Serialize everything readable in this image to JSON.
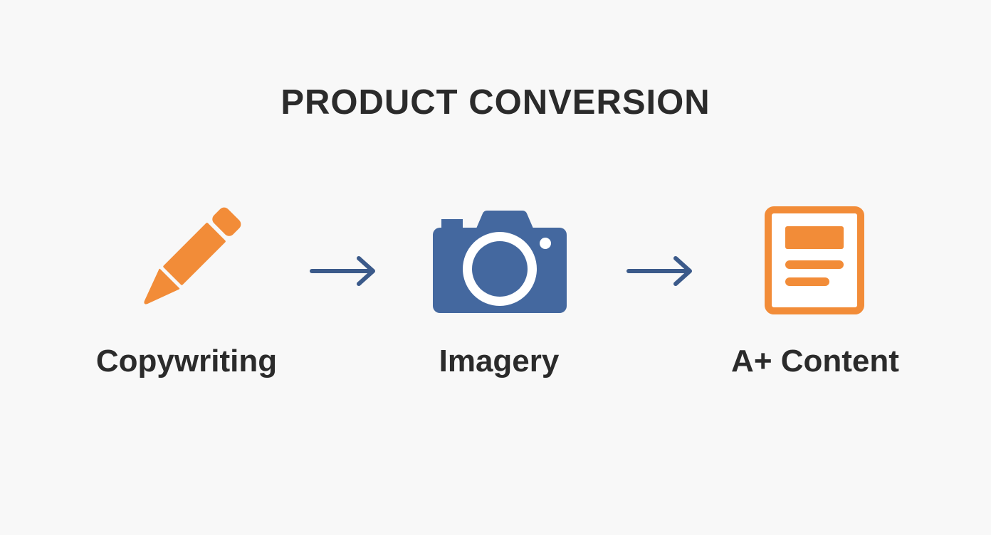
{
  "title": "PRODUCT CONVERSION",
  "colors": {
    "background": "#f8f8f8",
    "text": "#2b2b2b",
    "orange": "#f28c38",
    "blue": "#44689f",
    "arrow": "#3b5a8a"
  },
  "steps": [
    {
      "label": "Copywriting",
      "icon": "pencil-icon"
    },
    {
      "label": "Imagery",
      "icon": "camera-icon"
    },
    {
      "label": "A+ Content",
      "icon": "document-icon"
    }
  ],
  "connectors": [
    {
      "icon": "arrow-right-icon",
      "from": "Copywriting",
      "to": "Imagery"
    },
    {
      "icon": "arrow-right-icon",
      "from": "Imagery",
      "to": "A+ Content"
    }
  ]
}
